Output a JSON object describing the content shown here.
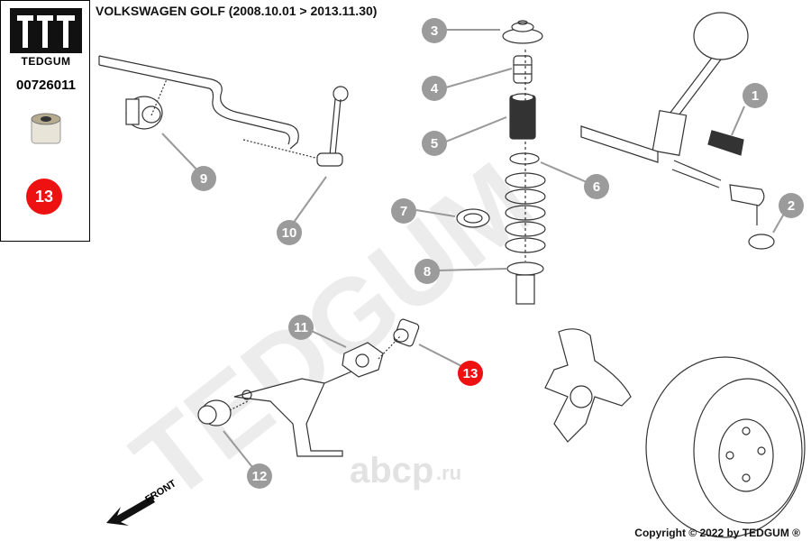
{
  "brand": {
    "logo_text": "TEDGUM",
    "part_number": "00726011",
    "badge": "13"
  },
  "title": "VOLKSWAGEN GOLF  (2008.10.01 > 2013.11.30)",
  "watermark": {
    "big": "TEDGUM",
    "abcp": "abcp",
    "abcp_suffix": ".ru"
  },
  "front_label": "FRONT",
  "copyright": "Copyright © 2022 by TEDGUM ®",
  "callouts": [
    {
      "label": "1",
      "highlighted": false
    },
    {
      "label": "2",
      "highlighted": false
    },
    {
      "label": "3",
      "highlighted": false
    },
    {
      "label": "4",
      "highlighted": false
    },
    {
      "label": "5",
      "highlighted": false
    },
    {
      "label": "6",
      "highlighted": false
    },
    {
      "label": "7",
      "highlighted": false
    },
    {
      "label": "8",
      "highlighted": false
    },
    {
      "label": "9",
      "highlighted": false
    },
    {
      "label": "10",
      "highlighted": false
    },
    {
      "label": "11",
      "highlighted": false
    },
    {
      "label": "12",
      "highlighted": false
    },
    {
      "label": "13",
      "highlighted": true
    }
  ],
  "colors": {
    "highlight": "#ee1111",
    "callout": "#9b9b9b",
    "watermark": "#e2e2e2"
  }
}
